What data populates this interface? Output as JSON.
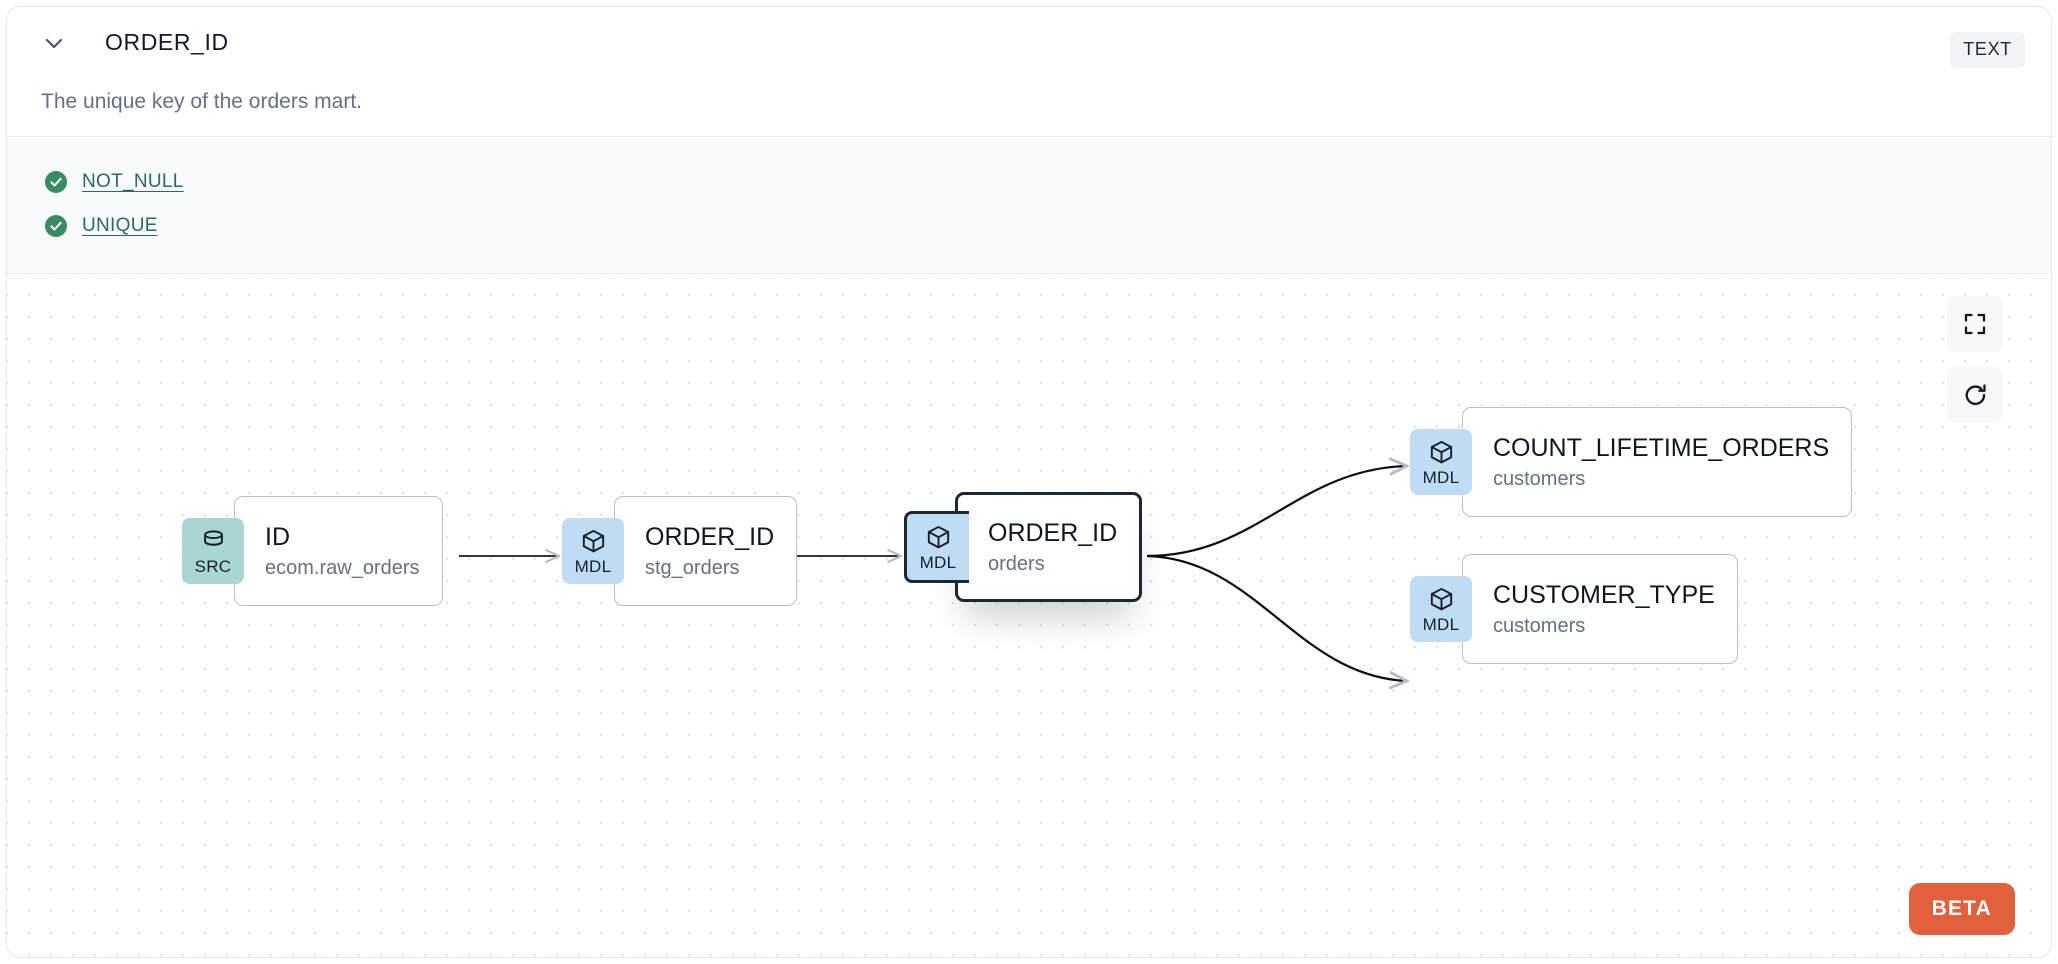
{
  "header": {
    "chevron_icon": "chevron-down-icon",
    "title": "ORDER_ID",
    "description": "The unique key of the orders mart.",
    "type_badge": "TEXT"
  },
  "tests": {
    "items": [
      {
        "label": "NOT_NULL",
        "status_icon": "check-circle-icon",
        "status_color": "#3a8a62"
      },
      {
        "label": "UNIQUE",
        "status_icon": "check-circle-icon",
        "status_color": "#3a8a62"
      }
    ]
  },
  "lineage": {
    "nodes": [
      {
        "id": "src-id",
        "badge": "SRC",
        "badge_icon": "database-icon",
        "badge_color": "#a9d6d1",
        "name": "ID",
        "sub": "ecom.raw_orders",
        "selected": false
      },
      {
        "id": "stg-order",
        "badge": "MDL",
        "badge_icon": "cube-icon",
        "badge_color": "#bfdcf3",
        "name": "ORDER_ID",
        "sub": "stg_orders",
        "selected": false
      },
      {
        "id": "orders",
        "badge": "MDL",
        "badge_icon": "cube-icon",
        "badge_color": "#bfdcf3",
        "name": "ORDER_ID",
        "sub": "orders",
        "selected": true
      },
      {
        "id": "count-life",
        "badge": "MDL",
        "badge_icon": "cube-icon",
        "badge_color": "#bfdcf3",
        "name": "COUNT_LIFETIME_ORDERS",
        "sub": "customers",
        "selected": false
      },
      {
        "id": "cust-type",
        "badge": "MDL",
        "badge_icon": "cube-icon",
        "badge_color": "#bfdcf3",
        "name": "CUSTOMER_TYPE",
        "sub": "customers",
        "selected": false
      }
    ],
    "controls": [
      {
        "name": "fullscreen-button",
        "icon": "fullscreen-icon"
      },
      {
        "name": "refresh-button",
        "icon": "refresh-icon"
      }
    ],
    "beta_label": "BETA",
    "beta_color": "#e2613c"
  }
}
